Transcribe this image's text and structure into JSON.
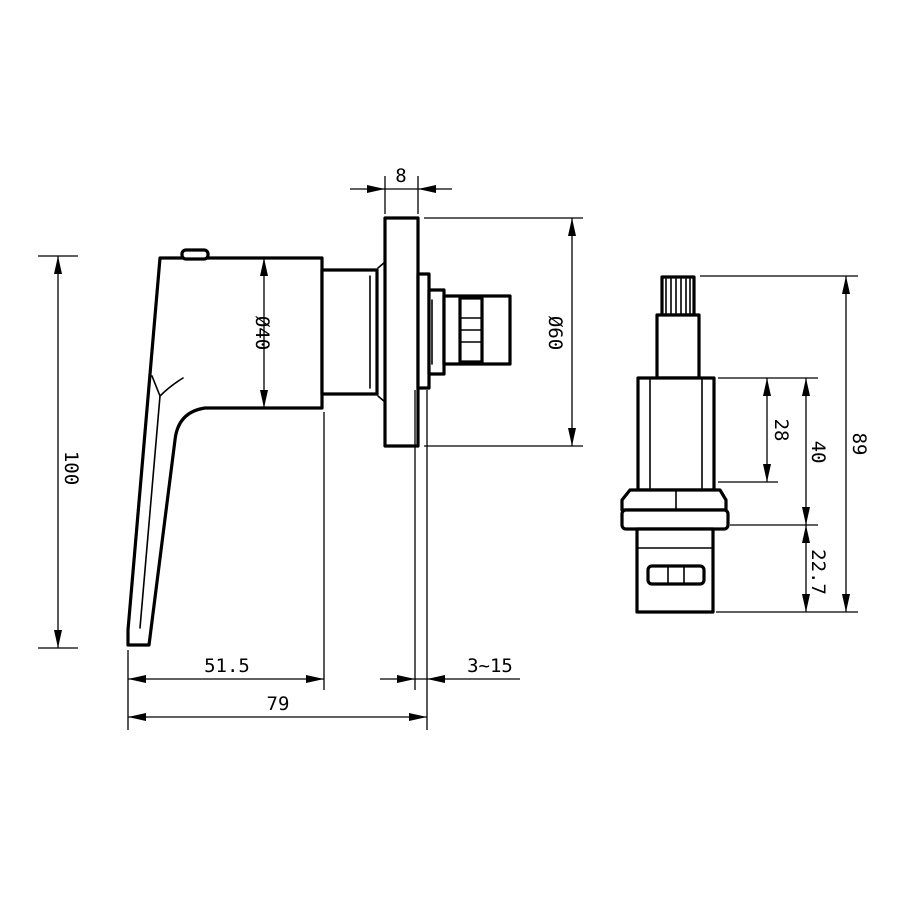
{
  "dimensions": {
    "flange_thickness": "8",
    "body_diameter": "Ø40",
    "flange_diameter": "Ø60",
    "overall_height": "100",
    "handle_length": "51.5",
    "wall_range": "3~15",
    "overall_length": "79",
    "cartridge_length": "89",
    "cartridge_collar": "28",
    "cartridge_upper": "40",
    "cartridge_lower": "22.7"
  }
}
